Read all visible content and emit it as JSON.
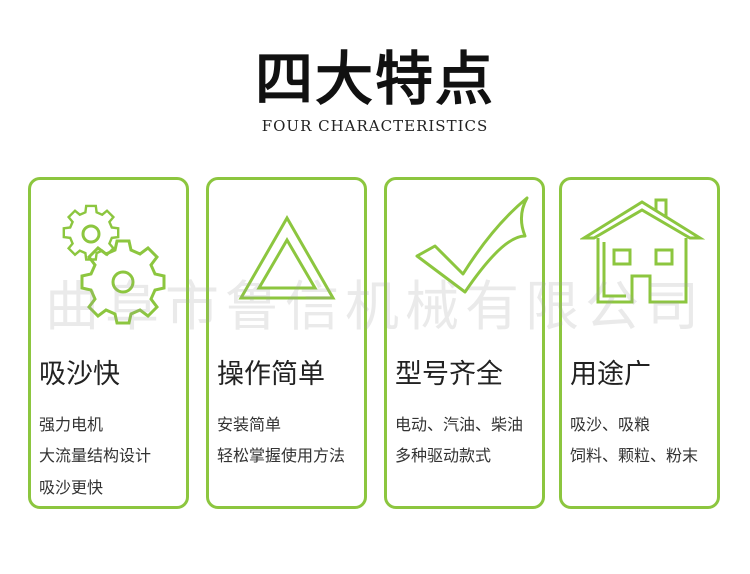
{
  "header": {
    "title": "四大特点",
    "subtitle": "FOUR CHARACTERISTICS"
  },
  "accent_color": "#8cc63f",
  "watermark": "曲阜市鲁信机械有限公司",
  "cards": [
    {
      "icon": "gears-icon",
      "title": "吸沙快",
      "features": [
        "强力电机",
        "大流量结构设计",
        "吸沙更快"
      ]
    },
    {
      "icon": "triangle-icon",
      "title": "操作简单",
      "features": [
        "安装简单",
        "轻松掌握使用方法"
      ]
    },
    {
      "icon": "checkmark-icon",
      "title": "型号齐全",
      "features": [
        "电动、汽油、柴油",
        "多种驱动款式"
      ]
    },
    {
      "icon": "house-icon",
      "title": "用途广",
      "features": [
        "吸沙、吸粮",
        "饲料、颗粒、粉末"
      ]
    }
  ]
}
